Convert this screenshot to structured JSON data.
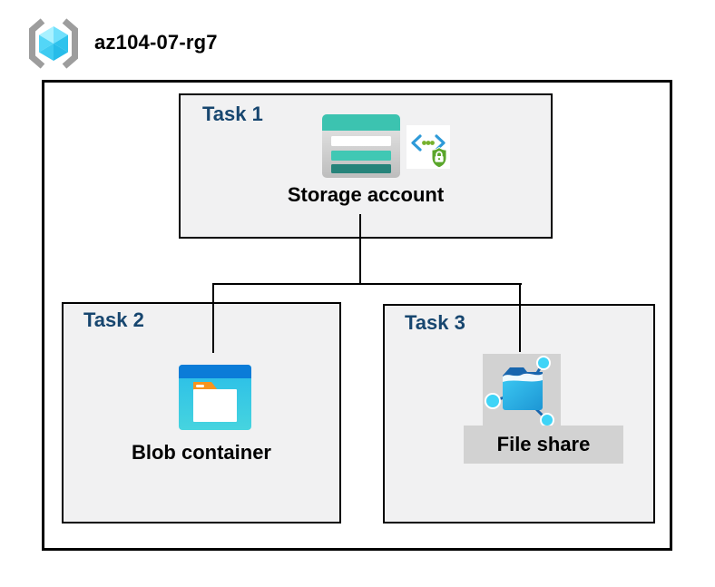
{
  "header": {
    "resource_group_name": "az104-07-rg7",
    "icon": "resource-group-icon"
  },
  "diagram": {
    "tasks": [
      {
        "label": "Task 1",
        "resource": "Storage account",
        "icons": [
          "storage-account-icon",
          "secured-api-icon"
        ],
        "highlighted": false
      },
      {
        "label": "Task 2",
        "resource": "Blob container",
        "icons": [
          "blob-container-icon"
        ],
        "highlighted": false
      },
      {
        "label": "Task 3",
        "resource": "File share",
        "icons": [
          "file-share-icon"
        ],
        "highlighted": true
      }
    ],
    "connections": [
      "Storage account -> Blob container",
      "Storage account -> File share"
    ]
  },
  "colors": {
    "task_label_navy": "#17466F",
    "box_fill": "#F1F1F2",
    "box_border": "#000000",
    "highlight_gray": "#D2D2D2",
    "connector": "#000000",
    "storage_teal": "#3CC3B0",
    "storage_teal_dark": "#26837A",
    "blob_titlebar_blue": "#0B7CD8",
    "blob_body_cyan": "#2CC0EB",
    "blob_tab_orange": "#F7941E",
    "fileshare_dark_blue": "#1766AE",
    "fileshare_node_cyan": "#3ED4F7",
    "api_shield_green": "#5AA62B",
    "api_bracket_blue": "#2E9AD8",
    "rg_cube_cyan": "#53D6F7",
    "rg_bracket_gray": "#9D9D9D"
  }
}
